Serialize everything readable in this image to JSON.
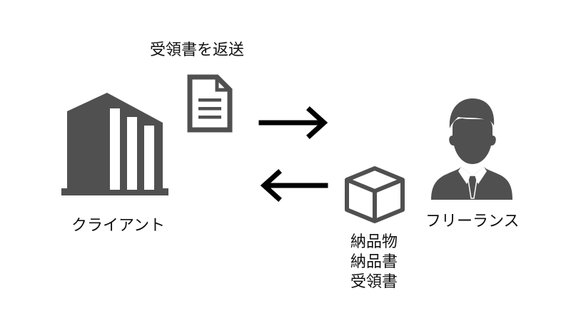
{
  "diagram": {
    "top_label": "受領書を返送",
    "client_label": "クライアント",
    "freelancer_label": "フリーランス",
    "package_items": [
      "納品物",
      "納品書",
      "受領書"
    ]
  },
  "icons": {
    "client": "office-building-icon",
    "document": "document-icon",
    "freelancer": "person-with-tie-icon",
    "package": "box-icon",
    "arrow_to_freelancer": "arrow-right-icon",
    "arrow_to_client": "arrow-left-icon"
  },
  "colors": {
    "icon": "#505050",
    "arrow": "#000000",
    "text": "#111111"
  }
}
